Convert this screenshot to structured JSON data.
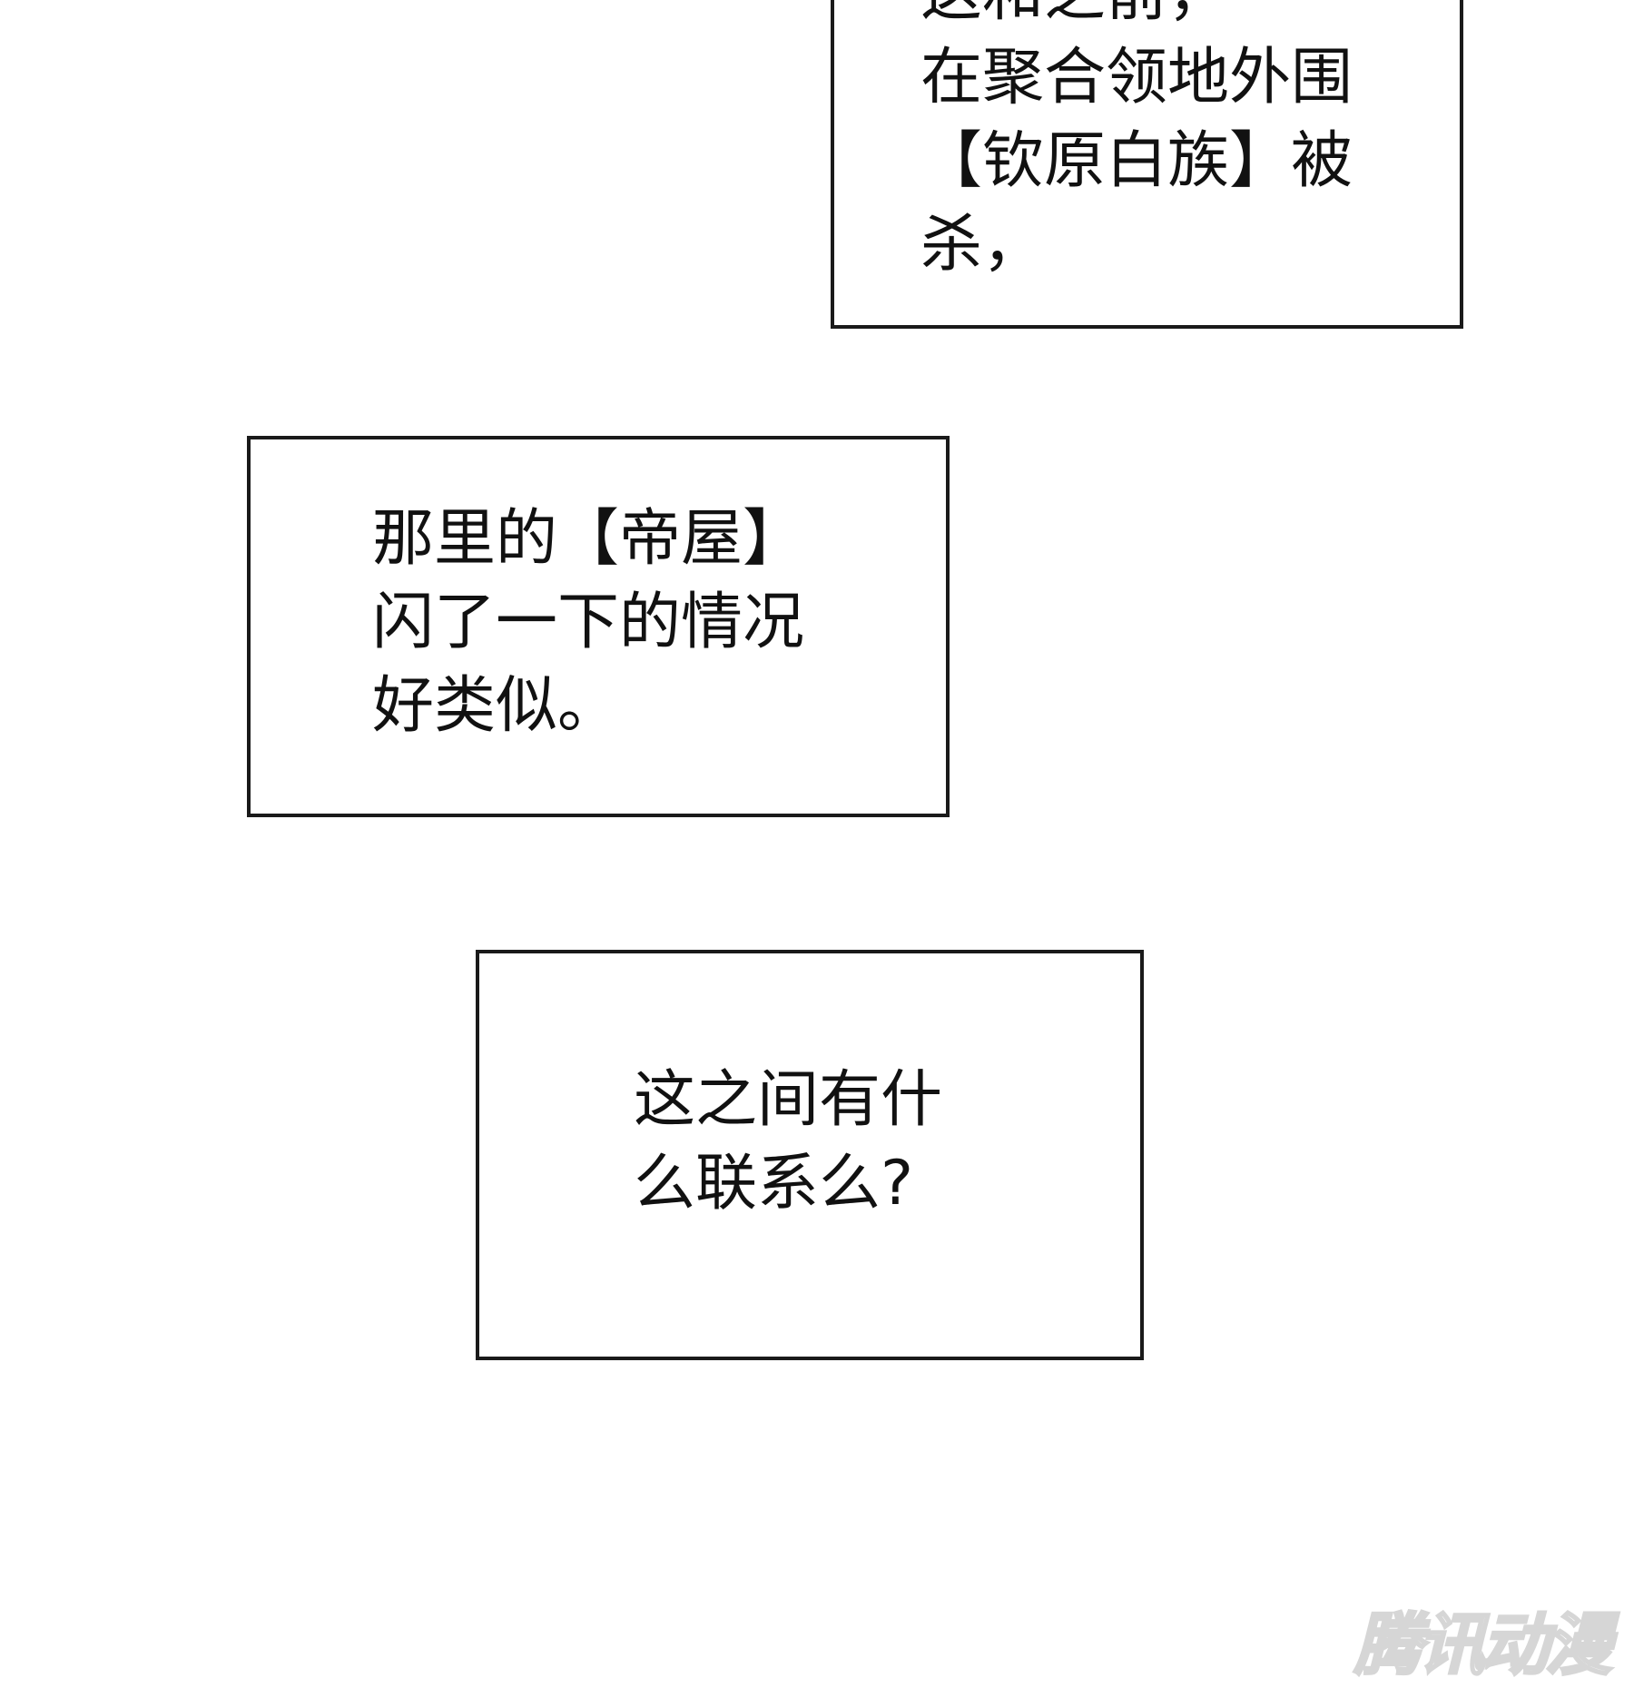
{
  "captions": [
    {
      "lines": [
        "这和之前，",
        "在聚合领地外围",
        "【钦原白族】被",
        "杀，"
      ]
    },
    {
      "lines": [
        "那里的【帝屋】",
        "闪了一下的情况",
        "好类似。"
      ]
    },
    {
      "lines": [
        "这之间有什",
        "么联系么?"
      ]
    }
  ],
  "watermark": "腾讯动漫"
}
